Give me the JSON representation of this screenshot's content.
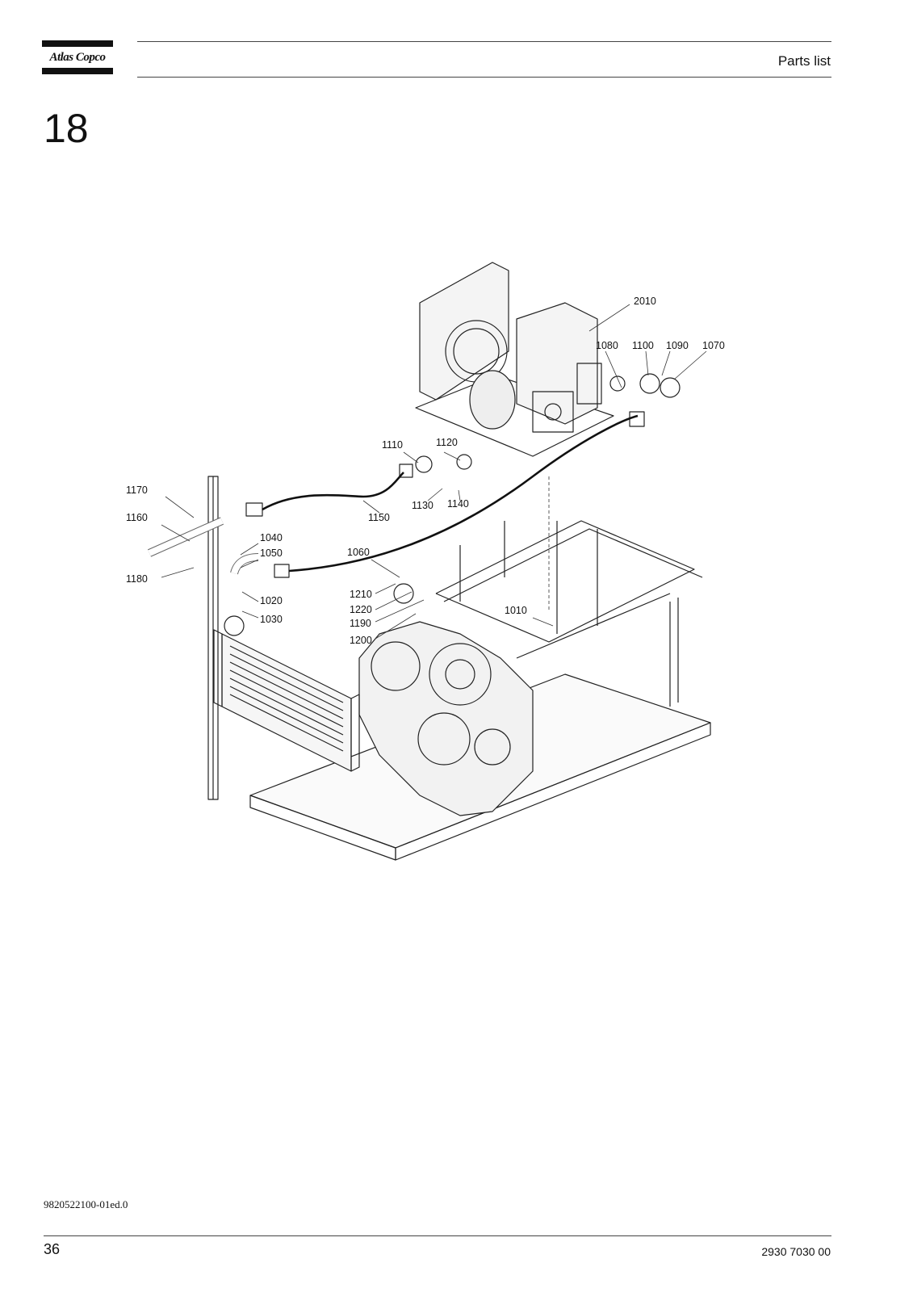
{
  "brand": "Atlas Copco",
  "header": {
    "title": "Parts list"
  },
  "section_number": "18",
  "figure": {
    "callouts": [
      "2010",
      "1080",
      "1100",
      "1090",
      "1070",
      "1110",
      "1120",
      "1130",
      "1140",
      "1150",
      "1170",
      "1160",
      "1180",
      "1040",
      "1050",
      "1020",
      "1030",
      "1060",
      "1210",
      "1220",
      "1190",
      "1200",
      "1010"
    ]
  },
  "footer": {
    "doc_code": "9820522100-01ed.0",
    "page_number": "36",
    "doc_number": "2930 7030 00"
  }
}
